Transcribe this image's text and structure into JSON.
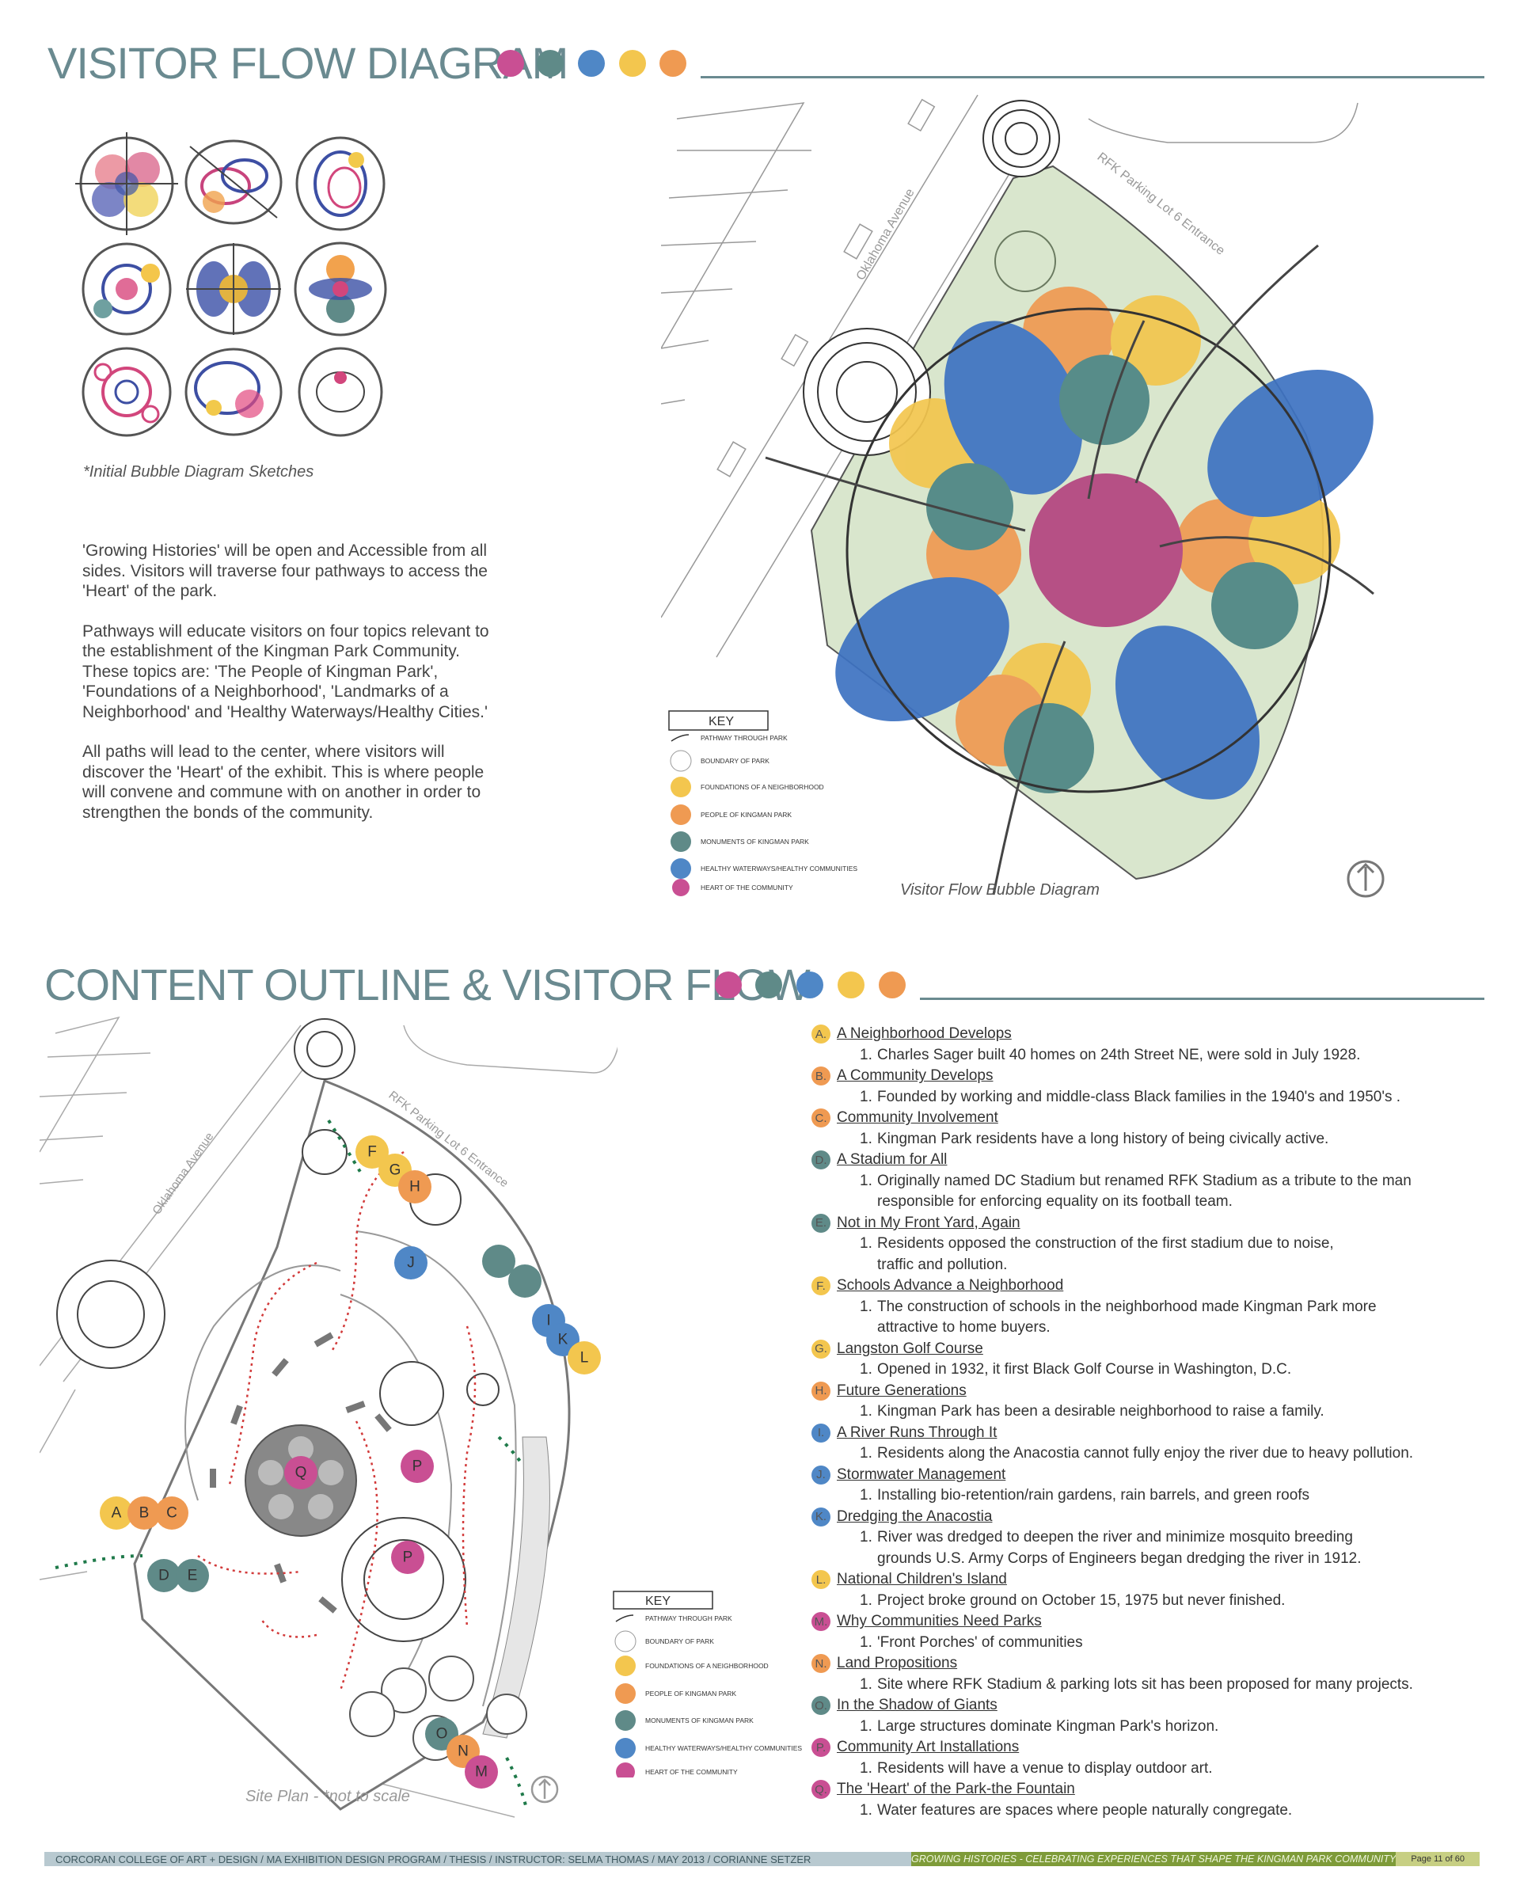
{
  "section1": {
    "title": "VISITOR FLOW DIAGRAM",
    "sketch_caption": "*Initial  Bubble Diagram Sketches",
    "paragraphs": [
      "'Growing Histories' will be open and Accessible from all sides. Visitors will traverse four pathways to access the 'Heart' of the park.",
      "Pathways will educate visitors on four topics relevant to the establishment of the Kingman Park Community. These topics are: 'The People of Kingman Park', 'Foundations of a Neighborhood', 'Landmarks of a Neighborhood' and 'Healthy Waterways/Healthy Cities.'",
      "All paths will lead to the center, where visitors will discover the 'Heart' of the exhibit. This is where people will convene and commune with on another in order to strengthen the bonds of the community."
    ],
    "diagram_caption": "Visitor Flow Bubble Diagram",
    "street_label": "Oklahoma Avenue",
    "parking_label": "RFK Parking Lot 6 Entrance"
  },
  "section2": {
    "title": "CONTENT OUTLINE & VISITOR FLOW",
    "site_caption": "Site Plan - *not to scale",
    "street_label": "Oklahoma Avenue",
    "parking_label": "RFK Parking Lot 6 Entrance",
    "node_letters": {
      "A": "A",
      "B": "B",
      "C": "C",
      "D": "D",
      "E": "E",
      "F": "F",
      "G": "G",
      "H": "H",
      "I": "I",
      "J": "J",
      "K": "K",
      "L": "L",
      "M": "M",
      "N": "N",
      "O": "O",
      "P": "P",
      "P2": "P",
      "Q": "Q"
    }
  },
  "key": {
    "title": "KEY",
    "items": [
      "PATHWAY THROUGH PARK",
      "BOUNDARY OF PARK",
      "FOUNDATIONS OF A NEIGHBORHOOD",
      "PEOPLE OF KINGMAN PARK",
      "MONUMENTS OF KINGMAN PARK",
      "HEALTHY WATERWAYS/HEALTHY COMMUNITIES",
      "HEART OF THE COMMUNITY"
    ]
  },
  "colors": {
    "title": "#6a8a90",
    "magenta": "#c94f93",
    "teal": "#5f8a88",
    "blue": "#4f87c6",
    "yellow": "#f3c64e",
    "orange": "#ef9a52",
    "green_bg": "#d9e6cd"
  },
  "outline": [
    {
      "letter": "A.",
      "title": "A Neighborhood Develops",
      "detail": [
        "Charles Sager built 40 homes on 24th Street NE, were sold in July 1928."
      ],
      "color": "#f3c64e"
    },
    {
      "letter": "B.",
      "title": "A Community Develops ",
      "detail": [
        "Founded by working and middle-class Black families in the 1940's and 1950's ."
      ],
      "color": "#ef9a52"
    },
    {
      "letter": "C.",
      "title": "Community Involvement",
      "detail": [
        "Kingman Park residents have a long history of being civically active."
      ],
      "color": "#ef9a52"
    },
    {
      "letter": "D.",
      "title": "A Stadium for All",
      "detail": [
        "Originally named DC Stadium but renamed RFK Stadium as a tribute to the man",
        "responsible for enforcing equality on its football team."
      ],
      "color": "#5f8a88"
    },
    {
      "letter": "E.",
      "title": "Not in My Front Yard, Again",
      "detail": [
        "Residents opposed the construction of the first stadium due to noise,",
        "traffic and pollution."
      ],
      "color": "#5f8a88"
    },
    {
      "letter": "F.",
      "title": "Schools Advance a Neighborhood",
      "detail": [
        "The construction of schools in the neighborhood made Kingman Park more",
        "attractive to home buyers."
      ],
      "color": "#f3c64e"
    },
    {
      "letter": "G.",
      "title": "Langston Golf Course",
      "detail": [
        "Opened in 1932, it first Black Golf Course in Washington, D.C."
      ],
      "color": "#f3c64e"
    },
    {
      "letter": "H.",
      "title": "Future Generations",
      "detail": [
        "Kingman Park has been a desirable neighborhood to raise a family."
      ],
      "color": "#ef9a52"
    },
    {
      "letter": "I.",
      "title": "A River Runs Through It",
      "detail": [
        "Residents along the Anacostia cannot fully enjoy the river due to heavy pollution."
      ],
      "color": "#4f87c6"
    },
    {
      "letter": "J.",
      "title": "Stormwater Management",
      "detail": [
        "Installing bio-retention/rain gardens, rain barrels, and green roofs"
      ],
      "color": "#4f87c6"
    },
    {
      "letter": "K.",
      "title": "Dredging the Anacostia",
      "detail": [
        "River was dredged to deepen the river and minimize mosquito breeding",
        "grounds U.S. Army Corps of Engineers began dredging the river in 1912."
      ],
      "color": "#4f87c6"
    },
    {
      "letter": "L.",
      "title": "National Children's Island",
      "detail": [
        "Project broke ground on October 15, 1975 but never finished."
      ],
      "color": "#f3c64e"
    },
    {
      "letter": "M.",
      "title": "Why Communities Need Parks",
      "detail": [
        "'Front Porches' of communities"
      ],
      "color": "#c94f93"
    },
    {
      "letter": "N.",
      "title": "Land Propositions",
      "detail": [
        "Site where RFK Stadium & parking lots sit has been proposed for many projects."
      ],
      "color": "#ef9a52"
    },
    {
      "letter": "O.",
      "title": "In the Shadow of Giants",
      "detail": [
        "Large structures dominate Kingman Park's horizon."
      ],
      "color": "#5f8a88"
    },
    {
      "letter": "P.",
      "title": "Community Art Installations",
      "detail": [
        "Residents will have a venue to display outdoor art."
      ],
      "color": "#c94f93"
    },
    {
      "letter": "Q.",
      "title": "The 'Heart' of the Park-the Fountain",
      "detail": [
        "Water features are spaces where people naturally congregate."
      ],
      "color": "#c94f93"
    }
  ],
  "footer": {
    "left": "CORCORAN COLLEGE OF ART + DESIGN   /   MA EXHIBITION  DESIGN PROGRAM   /   THESIS   /   INSTRUCTOR:  SELMA THOMAS   /   MAY 2013   /   CORIANNE SETZER",
    "mid": "GROWING HISTORIES - CELEBRATING EXPERIENCES THAT SHAPE THE KINGMAN PARK COMMUNITY",
    "page": "Page 11 of 60"
  }
}
